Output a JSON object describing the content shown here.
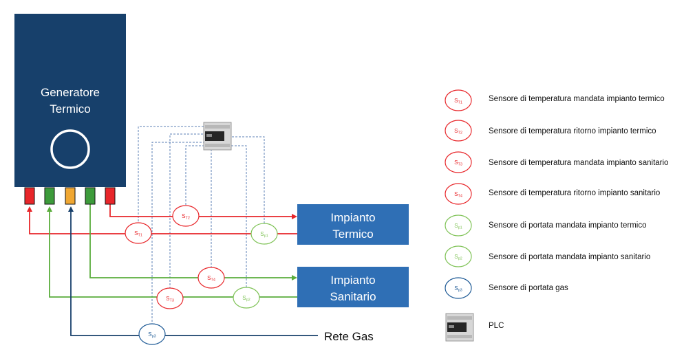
{
  "generator": {
    "line1": "Generatore",
    "line2": "Termico"
  },
  "targets": {
    "termico": {
      "line1": "Impianto",
      "line2": "Termico"
    },
    "sanitario": {
      "line1": "Impianto",
      "line2": "Sanitario"
    },
    "gas": "Rete Gas"
  },
  "sensors": {
    "st1": {
      "main": "S",
      "sub": "T1"
    },
    "st2": {
      "main": "S",
      "sub": "T2"
    },
    "st3": {
      "main": "S",
      "sub": "T3"
    },
    "st4": {
      "main": "S",
      "sub": "T4"
    },
    "sp1": {
      "main": "S",
      "sub": "p1"
    },
    "sp2": {
      "main": "S",
      "sub": "p2"
    },
    "sp3": {
      "main": "S",
      "sub": "p3"
    }
  },
  "legend": [
    {
      "sensor_main": "S",
      "sensor_sub": "T1",
      "text": "Sensore di temperatura mandata impianto termico"
    },
    {
      "sensor_main": "S",
      "sensor_sub": "T2",
      "text": "Sensore di temperatura ritorno impianto termico"
    },
    {
      "sensor_main": "S",
      "sensor_sub": "T3",
      "text": "Sensore di temperatura mandata impianto sanitario"
    },
    {
      "sensor_main": "S",
      "sensor_sub": "T4",
      "text": "Sensore di temperatura ritorno impianto sanitario"
    },
    {
      "sensor_main": "S",
      "sensor_sub": "p1",
      "text": "Sensore di portata mandata impianto termico"
    },
    {
      "sensor_main": "S",
      "sensor_sub": "p2",
      "text": "Sensore di portata mandata impianto sanitario"
    },
    {
      "sensor_main": "S",
      "sensor_sub": "p3",
      "text": "Sensore di portata gas"
    }
  ],
  "plc": {
    "text": "PLC"
  },
  "colors": {
    "generator": "#17406b",
    "target_box": "#2f6fb5",
    "hot_line": "#e8262a",
    "green_line": "#5aad3c",
    "gas_line": "#17406b",
    "temp_sensor": "#e8262a",
    "flow_sensor": "#7ec255",
    "gas_sensor": "#1e5a96",
    "connector_yellow": "#f0a732",
    "dashed": "#5b7fb5"
  }
}
